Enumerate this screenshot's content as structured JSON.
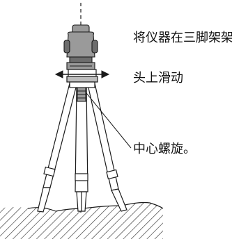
{
  "labels": {
    "slide_line1": "将仪器在三脚架架",
    "slide_line2": "头上滑动",
    "center_screw": "中心螺旋。"
  },
  "colors": {
    "stroke": "#1a1a1a",
    "instrument_fill": "#9a9a9a",
    "instrument_dark": "#6d6d6d",
    "leg_fill": "#ffffff",
    "ground_hatch": "#333333"
  },
  "icons": {
    "move_arrow": "double-headed-horizontal-arrow"
  }
}
